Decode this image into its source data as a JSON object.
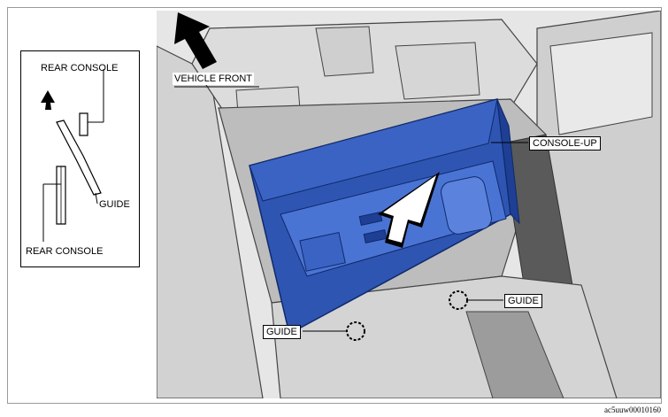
{
  "inset": {
    "label_top": "REAR CONSOLE",
    "label_guide": "GUIDE",
    "label_bottom": "REAR CONSOLE"
  },
  "main": {
    "label_vehicle_front": "VEHICLE FRONT",
    "label_console_up": "CONSOLE-UP",
    "label_guide_right": "GUIDE",
    "label_guide_left": "GUIDE"
  },
  "reference_code": "ac5uuw00010160",
  "colors": {
    "console_blue": "#2f55b3",
    "console_blue_dark": "#1e3f94",
    "console_blue_light": "#4a74d4",
    "body_gray": "#d9d9d9",
    "shadow_gray": "#6b6b6b"
  },
  "icons": [
    "arrow-up-icon",
    "guide-circle-icon"
  ]
}
